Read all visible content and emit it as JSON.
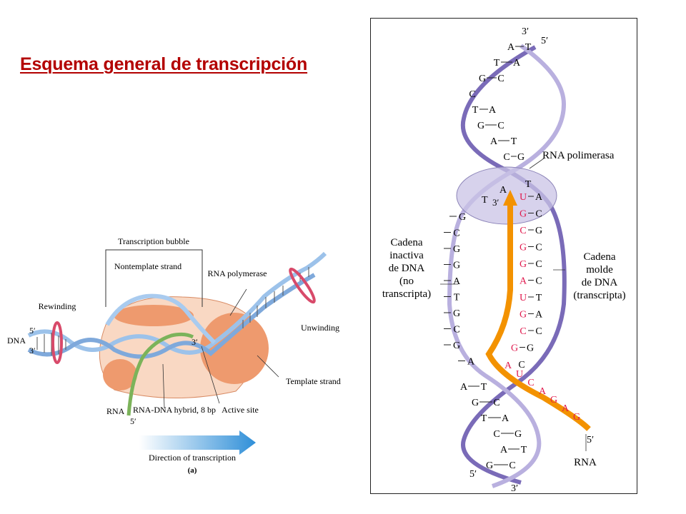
{
  "title": "Esquema general de transcripción",
  "left_diagram": {
    "bubble_label": "Transcription bubble",
    "nontemplate_label": "Nontemplate strand",
    "rna_polymerase_label": "RNA polymerase",
    "rewinding_label": "Rewinding",
    "unwinding_label": "Unwinding",
    "dna_label": "DNA",
    "five_prime": "5′",
    "three_prime": "3′",
    "three_prime_rna": "3′",
    "template_label": "Template strand",
    "rna_label": "RNA",
    "rna_five_prime": "5′",
    "hybrid_label": "RNA-DNA hybrid, 8 bp",
    "active_site_label": "Active site",
    "direction_label": "Direction of transcription",
    "panel_letter": "(a)"
  },
  "right_diagram": {
    "top_3": "3′",
    "top_5": "5′",
    "top_pairs": [
      {
        "l": "A",
        "r": "T"
      },
      {
        "l": "T",
        "r": "A"
      },
      {
        "l": "G",
        "r": "C"
      },
      {
        "l": "C",
        "r": ""
      },
      {
        "l": "T",
        "r": "A"
      },
      {
        "l": "G",
        "r": "C"
      },
      {
        "l": "A",
        "r": "T"
      },
      {
        "l": "C",
        "r": "G"
      },
      {
        "l": "A",
        "r": "T"
      }
    ],
    "polymerase_label": "RNA polimerasa",
    "bubble_3": "3′",
    "t_left": "T",
    "noncoding_bases": [
      "G",
      "C",
      "G",
      "G",
      "A",
      "T",
      "G",
      "C",
      "G",
      "A"
    ],
    "template_bases": [
      "A",
      "C",
      "G",
      "C",
      "C",
      "C",
      "T",
      "A",
      "C",
      "G",
      "C"
    ],
    "rna_bases": [
      "U",
      "G",
      "C",
      "G",
      "G",
      "A",
      "U",
      "G",
      "C",
      "G"
    ],
    "rna_tail": [
      "A",
      "U",
      "C",
      "A",
      "G",
      "A",
      "G"
    ],
    "left_label_lines": [
      "Cadena",
      "inactiva",
      "de DNA",
      "(no",
      "transcripta)"
    ],
    "right_label_lines": [
      "Cadena",
      "molde",
      "de DNA",
      "(transcripta)"
    ],
    "bottom_pairs": [
      {
        "l": "A",
        "r": "T"
      },
      {
        "l": "G",
        "r": "C"
      },
      {
        "l": "T",
        "r": "A"
      },
      {
        "l": "C",
        "r": "G"
      },
      {
        "l": "A",
        "r": "T"
      },
      {
        "l": "G",
        "r": "C"
      }
    ],
    "rna_five": "5′",
    "rna_label": "RNA",
    "bottom_5": "5′",
    "bottom_3": "3′"
  },
  "colors": {
    "title": "#b30000",
    "strand_purple": "#7a6bb8",
    "strand_light": "#c9c3e6",
    "rna_orange": "#f39200",
    "rna_base_red": "#e0194d",
    "polymerase": "#ef9a6e",
    "dna_blue": "#b8d3ee",
    "rna_green": "#7cb35a",
    "arrow_blue": "#2f8fd8"
  }
}
